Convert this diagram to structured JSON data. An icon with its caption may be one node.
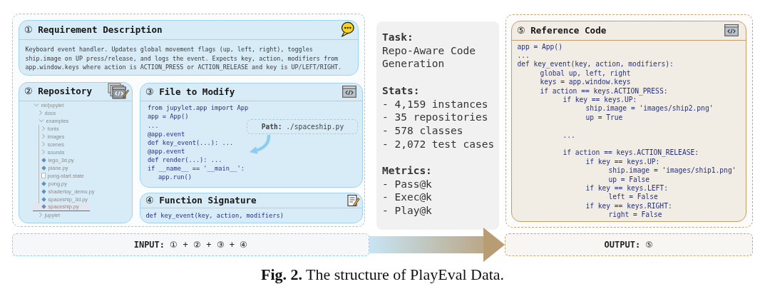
{
  "diagram": {
    "caption": "**Fig. 2.** The structure of PlayEval Data.",
    "nodes": [
      {
        "text": [],
        "shape": "box"
      },
      {
        "text": [
          "① **Requirement Description**",
          "Keyboard event handler. Updates global movement flags (up, left, right), toggles ship.image on UP press/release, and logs the event. Expects key, action, modifiers from app.window.keys where action is ACTION_PRESS or ACTION_RELEASE and key is UP/LEFT/RIGHT."
        ],
        "in": 0
      },
      {
        "text": [
          "② **Repository**",
          "nir/jupylet",
          "docs",
          "examples",
          "fonts",
          "images",
          "scenes",
          "sounds",
          "lego_3d.py",
          "plane.py",
          "pong-start.state",
          "pong.py",
          "shadertoy_demo.py",
          "spaceship_3d.py",
          "spaceship.py",
          "jupylet"
        ],
        "in": 0
      },
      {
        "text": [
          "③ **File to Modify**"
        ],
        "in": 0
      },
      {
        "text": [
          "from jupylet.app import App",
          "app = App()",
          "...",
          "@app.event",
          "def key_event(...): ...",
          "@app.event",
          "def render(...): ...",
          "if __name__ == '__main__':",
          "app.run()"
        ],
        "in": 3
      },
      {
        "text": [
          "**Path:** ./spaceship.py"
        ],
        "in": 3
      },
      {
        "text": [
          "④ **Function Signature**",
          "def key_event(key, action, modifiers)"
        ],
        "in": 0
      },
      {
        "text": [
          "**INPUT:** ① + ② + ③ + ④"
        ]
      },
      {
        "text": [
          "Task:",
          "Repo-Aware Code Generation",
          "Stats:",
          "- 4,159 instances",
          "- 35 repositories",
          "- 578 classes",
          "- 2,072 test cases",
          "Metrics:",
          "- Pass@k",
          "- Exec@k",
          "- Play@k"
        ]
      },
      {
        "text": [],
        "shape": "box"
      },
      {
        "text": [
          "⑤ **Reference Code**",
          "app = App()",
          "...",
          "def key_event(key, action, modifiers):",
          "global up, left, right",
          "keys = app.window.keys",
          "if action == keys.ACTION_PRESS:",
          "if key == keys.UP:",
          "ship.image = 'images/ship2.png'",
          "up = True",
          "...",
          "if action == keys.ACTION_RELEASE:",
          "if key == keys.UP:",
          "ship.image = 'images/ship1.png'",
          "up = False",
          "if key == keys.LEFT:",
          "left = False",
          "if key == keys.RIGHT:",
          "right = False"
        ],
        "in": 9
      },
      {
        "text": [
          "**OUTPUT:** ⑤"
        ]
      }
    ],
    "edges": [
      {
        "from": 5,
        "to": 4,
        "arrow": "to"
      },
      {
        "from": 7,
        "to": 11,
        "arrow": "to",
        "style": "thick"
      }
    ]
  }
}
